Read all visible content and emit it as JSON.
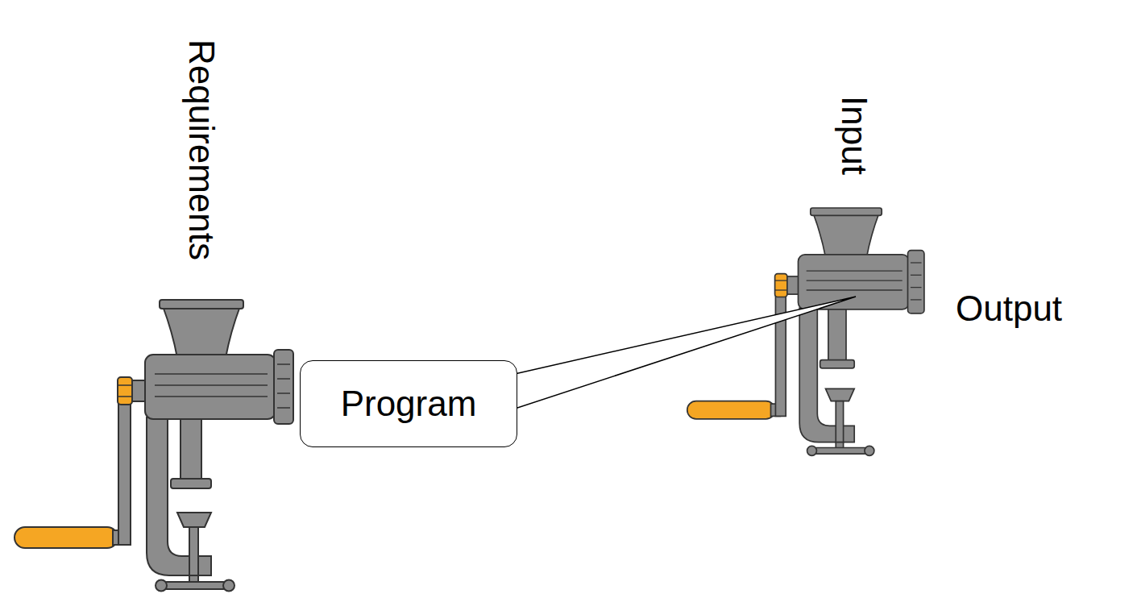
{
  "diagram": {
    "nodes": [
      {
        "text": [
          "Program"
        ]
      }
    ],
    "labels": [
      "Requirements",
      "Input",
      "Output"
    ]
  }
}
